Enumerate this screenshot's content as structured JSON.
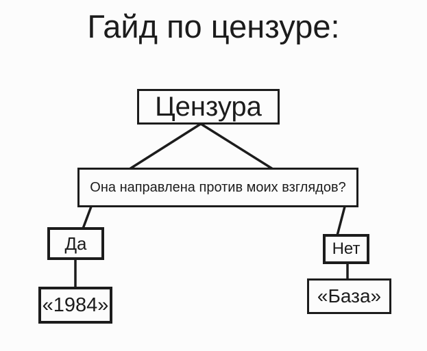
{
  "title": "Гайд по цензуре:",
  "flowchart": {
    "root_label": "Цензура",
    "question_label": "Она направлена против моих взглядов?",
    "yes_label": "Да",
    "no_label": "Нет",
    "yes_result_label": "«1984»",
    "no_result_label": "«База»"
  },
  "colors": {
    "background": "#fcfcfc",
    "ink": "#1c1c1c"
  }
}
